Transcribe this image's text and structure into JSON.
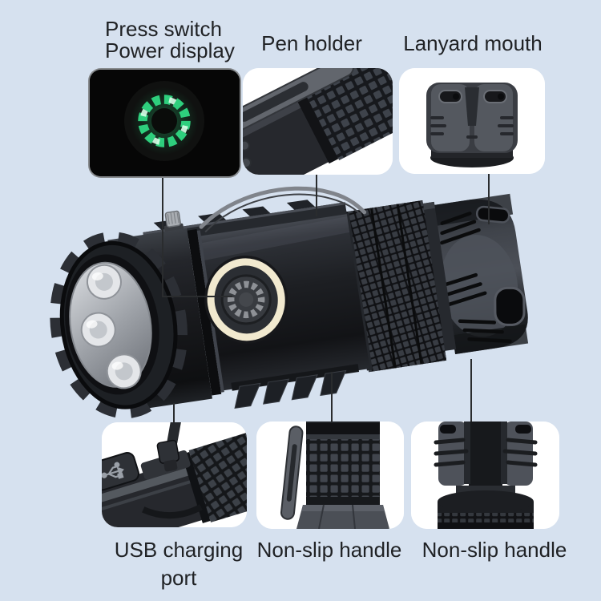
{
  "background": "#d6e1ef",
  "callouts": {
    "power_display": {
      "label_line1": "Press switch",
      "label_line2": "Power display"
    },
    "pen_holder": {
      "label": "Pen holder"
    },
    "lanyard_mouth": {
      "label": "Lanyard mouth"
    },
    "usb_charging": {
      "label_line1": "USB charging",
      "label_line2": "port"
    },
    "non_slip_mid": {
      "label": "Non-slip handle"
    },
    "non_slip_tail": {
      "label": "Non-slip handle"
    }
  },
  "colors": {
    "background": "#d6e1ef",
    "label_text": "#202225",
    "leader_line": "#2a2c2e",
    "led_ring_green": "#2ecf7d",
    "switch_ring_cream": "#f1e9cf",
    "dark_callout_bg": "#060606",
    "light_callout_bg": "#ffffff",
    "flashlight_body": "#1d1f23"
  }
}
